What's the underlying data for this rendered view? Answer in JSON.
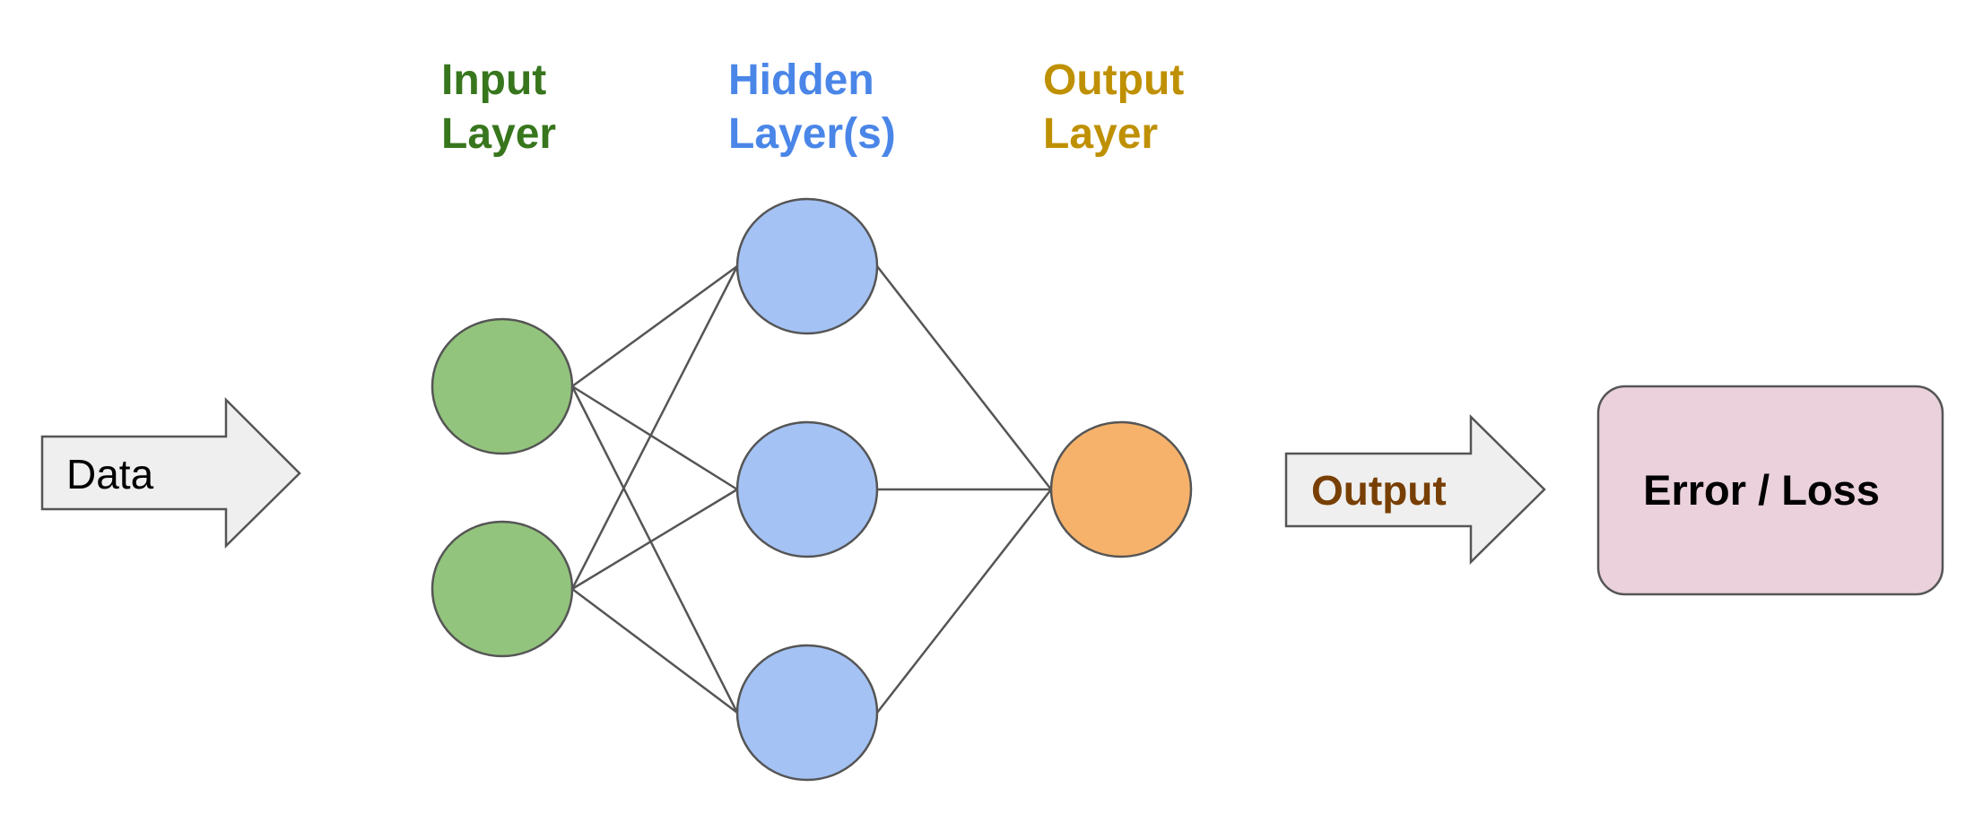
{
  "layers": {
    "input": {
      "line1": "Input",
      "line2": "Layer",
      "color": "#38761d",
      "node_fill": "#93c47d"
    },
    "hidden": {
      "line1": "Hidden",
      "line2": "Layer(s)",
      "color": "#4a86e8",
      "node_fill": "#a4c2f4"
    },
    "output": {
      "line1": "Output",
      "line2": "Layer",
      "color": "#bf9000",
      "node_fill": "#f6b26b"
    }
  },
  "arrows": {
    "data": {
      "label": "Data",
      "color": "#000000"
    },
    "output": {
      "label": "Output",
      "color": "#783f04"
    }
  },
  "loss_box": {
    "label": "Error / Loss",
    "fill": "#ead1dc",
    "color": "#000000"
  }
}
